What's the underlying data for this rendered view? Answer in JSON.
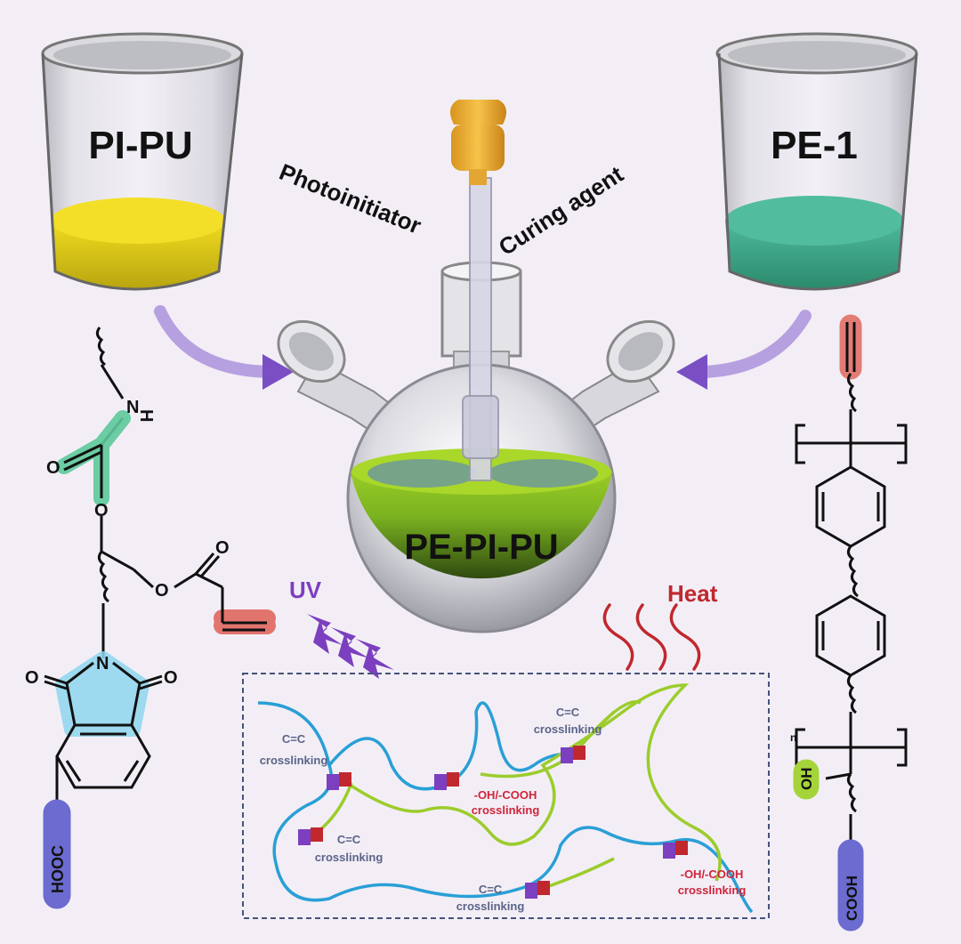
{
  "beakers": {
    "left": {
      "label": "PI-PU",
      "liquid_color": "#e6d21c"
    },
    "right": {
      "label": "PE-1",
      "liquid_color": "#3fae8e"
    }
  },
  "additives": {
    "photoinitiator": "Photoinitiator",
    "curing_agent": "Curing agent"
  },
  "flask": {
    "label": "PE-PI-PU",
    "liquid_color": "#8cc21e"
  },
  "stimuli": {
    "uv": "UV",
    "heat": "Heat"
  },
  "left_molecule": {
    "nh": "N",
    "h": "H",
    "o_carbonyl": "O",
    "o_ester": "O",
    "o_side_ester": "O",
    "o_side_carbonyl": "O",
    "n_imide": "N",
    "o_imide_left": "O",
    "o_imide_right": "O",
    "acid_group": "HOOC"
  },
  "right_molecule": {
    "hydroxyl": "OH",
    "acid_group": "COOH",
    "repeat_n": "n"
  },
  "network": {
    "label_cc_1": "C=C",
    "label_cc_1b": "crosslinking",
    "label_cc_2": "C=C",
    "label_cc_2b": "crosslinking",
    "label_cc_3": "C=C",
    "label_cc_3b": "crosslinking",
    "label_cc_4": "C=C",
    "label_cc_4b": "crosslinking",
    "label_oh_1": "-OH/-COOH",
    "label_oh_1b": "crosslinking",
    "label_oh_2": "-OH/-COOH",
    "label_oh_2b": "crosslinking"
  },
  "colors": {
    "blue_chain": "#2a9fd6",
    "green_chain": "#9ccc2c",
    "uv_purple": "#7b3fbf",
    "heat_red": "#c0282e",
    "arrow_purple": "#8a5fc8",
    "dashed_box": "#44537a"
  }
}
